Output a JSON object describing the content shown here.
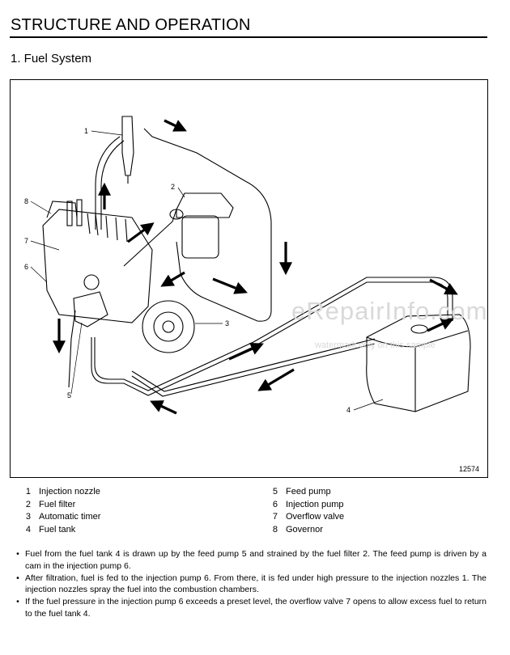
{
  "header": {
    "title": "STRUCTURE AND OPERATION"
  },
  "section": {
    "title": "1.  Fuel System"
  },
  "figure": {
    "number": "12574",
    "callouts": [
      "1",
      "2",
      "3",
      "4",
      "5",
      "6",
      "7",
      "8"
    ]
  },
  "watermark": {
    "text": "eRepairInfo.com",
    "subtext": "watermark only on this sample"
  },
  "legend": {
    "left": [
      {
        "num": "1",
        "label": "Injection nozzle"
      },
      {
        "num": "2",
        "label": "Fuel filter"
      },
      {
        "num": "3",
        "label": "Automatic timer"
      },
      {
        "num": "4",
        "label": "Fuel tank"
      }
    ],
    "right": [
      {
        "num": "5",
        "label": "Feed pump"
      },
      {
        "num": "6",
        "label": "Injection pump"
      },
      {
        "num": "7",
        "label": "Overflow valve"
      },
      {
        "num": "8",
        "label": "Governor"
      }
    ]
  },
  "notes": [
    {
      "bullet": "•",
      "text": "Fuel from the fuel tank 4 is drawn up by the feed pump 5 and strained by the fuel filter 2.  The feed pump is driven by a cam in the injection pump 6."
    },
    {
      "bullet": "•",
      "text": "After filtration, fuel is fed to the injection pump 6.  From there, it is fed under high pressure to the injection nozzles 1.  The injection nozzles spray the fuel into the combustion chambers."
    },
    {
      "bullet": "•",
      "text": "If the fuel pressure in the injection pump 6 exceeds a preset level, the overflow valve 7 opens to allow excess fuel to return to the fuel tank 4."
    }
  ]
}
